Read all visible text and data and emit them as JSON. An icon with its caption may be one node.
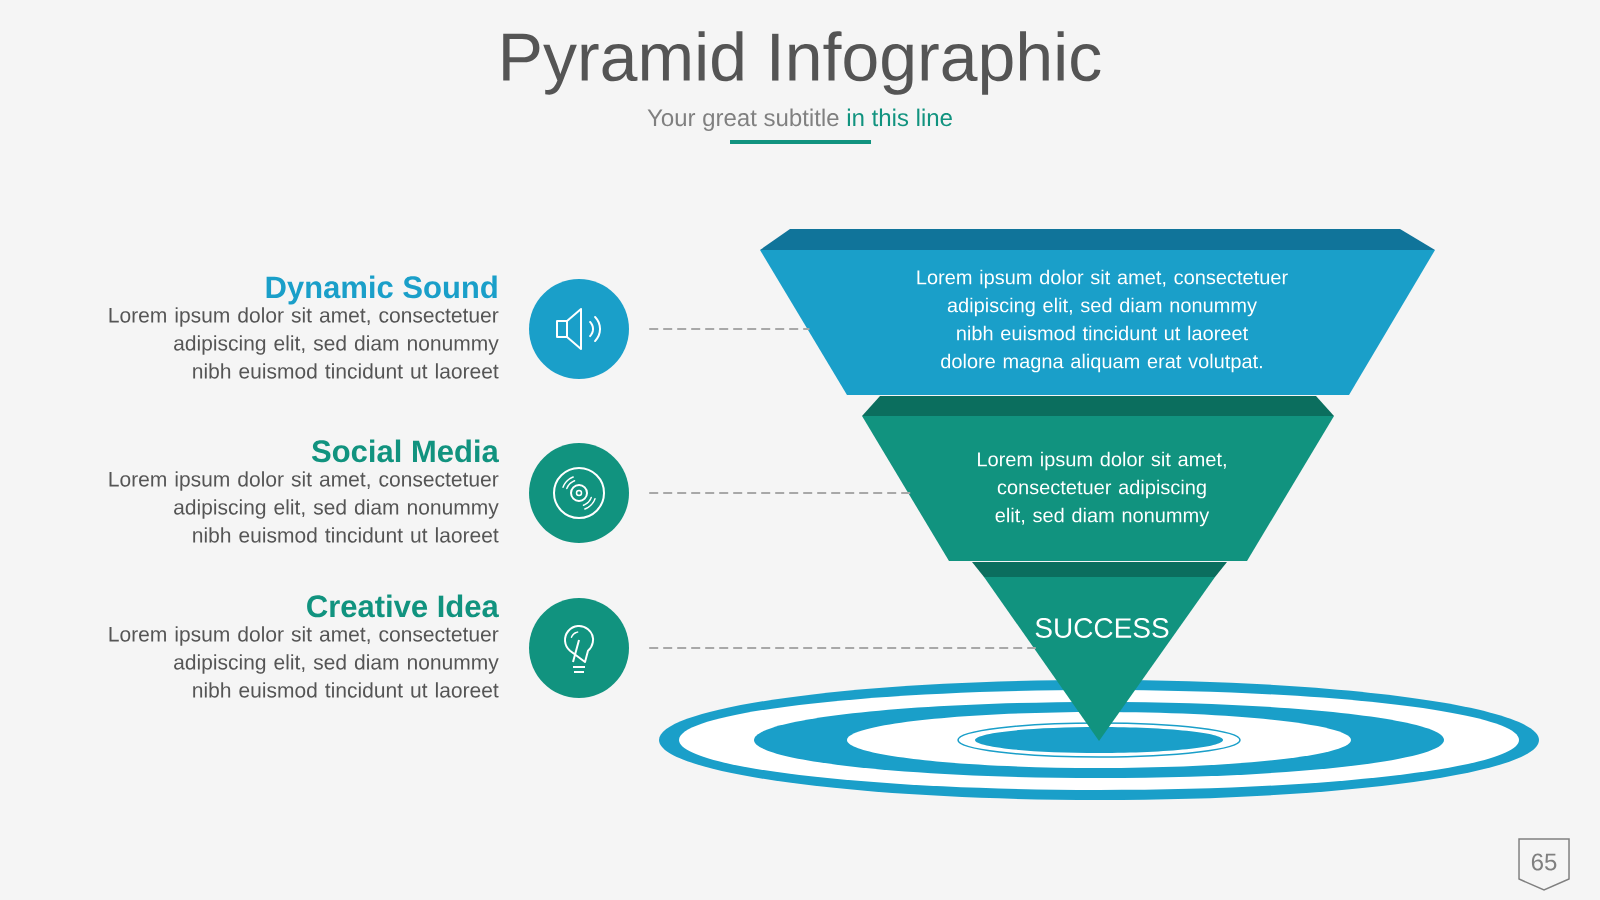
{
  "diagram": {
    "title": "Pyramid Infographic",
    "nodes": [
      {
        "text": [],
        "shape": "circle",
        "beside": [
          "Dynamic Sound",
          "Lorem ipsum dolor sit amet, consectetuer adipiscing elit, sed diam nonummy nibh euismod tincidunt ut laoreet"
        ]
      },
      {
        "text": [],
        "shape": "circle",
        "beside": [
          "Social Media",
          "Lorem ipsum dolor sit amet, consectetuer adipiscing elit, sed diam nonummy nibh euismod tincidunt ut laoreet"
        ]
      },
      {
        "text": [],
        "shape": "circle",
        "beside": [
          "Creative Idea",
          "Lorem ipsum dolor sit amet, consectetuer adipiscing elit, sed diam nonummy nibh euismod tincidunt ut laoreet"
        ]
      },
      {
        "text": [
          "Lorem ipsum dolor sit amet, consectetuer adipiscing elit, sed diam nonummy nibh euismod tincidunt ut laoreet dolore magna aliquam erat volutpat."
        ]
      },
      {
        "text": [
          "Lorem ipsum dolor sit amet, consectetuer adipiscing elit, sed diam nonummy"
        ]
      },
      {
        "text": [
          "SUCCESS"
        ]
      },
      {
        "text": [
          "65"
        ]
      }
    ],
    "edges": [
      {
        "from": 0,
        "to": 3,
        "arrow": "none",
        "style": "dashed"
      },
      {
        "from": 1,
        "to": 4,
        "arrow": "none",
        "style": "dashed"
      },
      {
        "from": 2,
        "to": 5,
        "arrow": "none",
        "style": "dashed"
      }
    ],
    "labels": [
      "Your great subtitle",
      "in this line"
    ]
  }
}
